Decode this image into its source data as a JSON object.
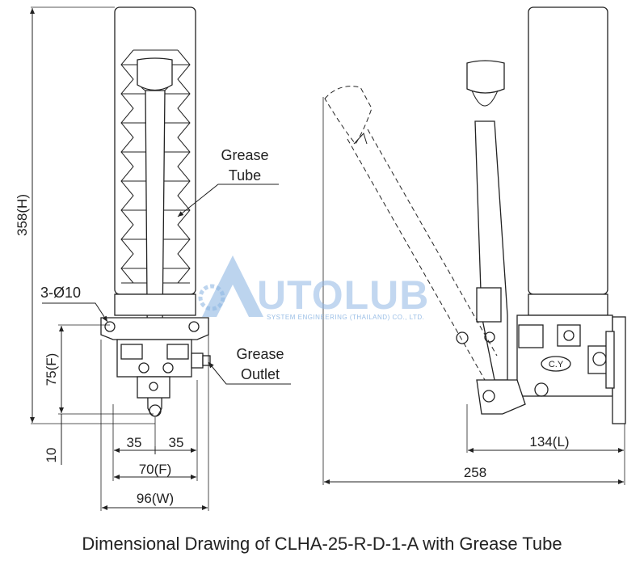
{
  "labels": {
    "grease_tube_line1": "Grease",
    "grease_tube_line2": "Tube",
    "grease_outlet_line1": "Grease",
    "grease_outlet_line2": "Outlet",
    "mount_holes": "3-Ø10",
    "cy_badge": "C.Y"
  },
  "dimensions": {
    "height": "358(H)",
    "f_vertical": "75(F)",
    "offset": "10",
    "half_left": "35",
    "half_right": "35",
    "f_horizontal": "70(F)",
    "width": "96(W)",
    "length": "134(L)",
    "total": "258"
  },
  "watermark": {
    "brand": "UTOLUB",
    "tagline": "SYSTEM ENGINEERING (THAILAND) CO., LTD."
  },
  "caption": "Dimensional Drawing of CLHA-25-R-D-1-A with Grease Tube"
}
